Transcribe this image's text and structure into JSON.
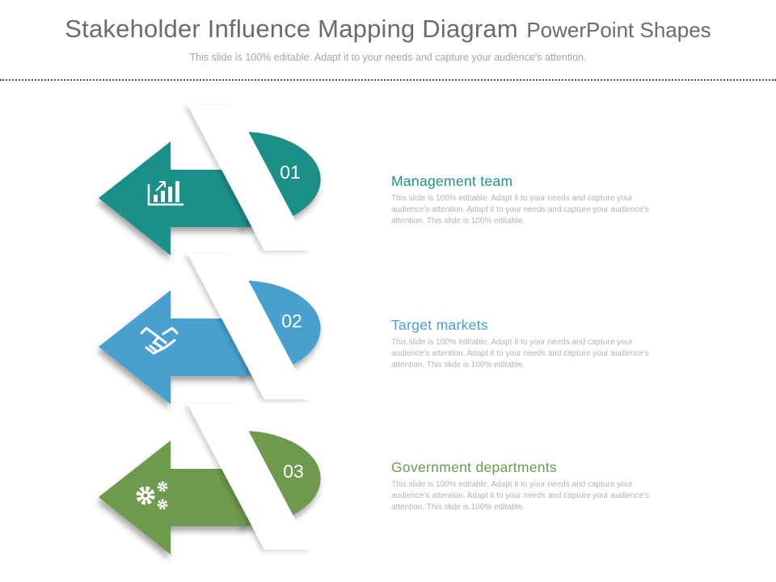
{
  "header": {
    "title": "Stakeholder Influence Mapping Diagram",
    "title_suffix": "PowerPoint Shapes",
    "subtitle": "This slide is 100% editable. Adapt it to your needs and capture your audience's attention."
  },
  "items": [
    {
      "number": "01",
      "heading": "Management  team",
      "body": "This slide is 100% editable. Adapt it to your needs and capture your audience's attention. Adapt it to your needs and capture your audience's attention. This slide is 100% editable.",
      "color": "#1f9088",
      "icon": "bar-chart-growth-icon"
    },
    {
      "number": "02",
      "heading": "Target markets",
      "body": "This slide is 100% editable. Adapt it to your needs and capture your audience's attention. Adapt it to your needs and capture your audience's attention. This slide is 100% editable.",
      "color": "#4aa0cf",
      "icon": "handshake-icon"
    },
    {
      "number": "03",
      "heading": "Government  departments",
      "body": "This slide is 100% editable. Adapt it to your needs and capture your audience's attention. Adapt it to your needs and capture your audience's attention. This slide is 100% editable.",
      "color": "#6d9a4e",
      "icon": "gears-icon"
    }
  ]
}
